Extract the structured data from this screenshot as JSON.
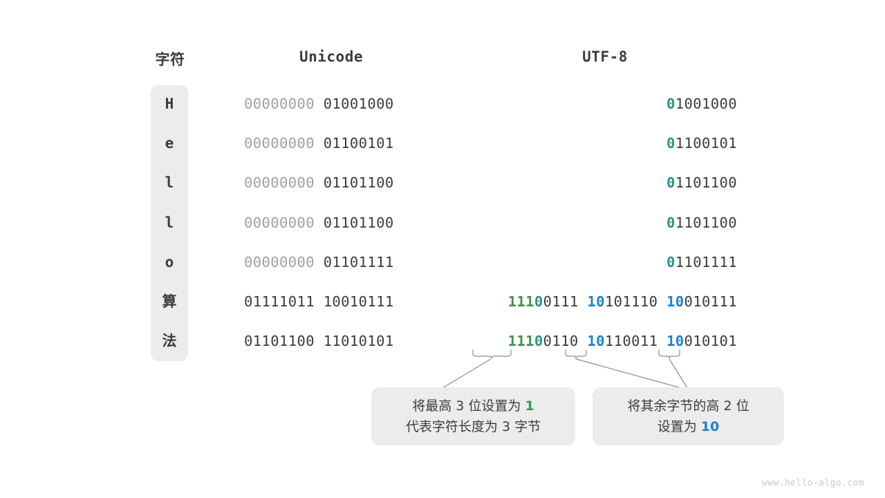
{
  "headers": {
    "character": "字符",
    "unicode": "Unicode",
    "utf8": "UTF-8"
  },
  "rows": [
    {
      "char": "H",
      "is_cjk": false,
      "unicode_high": "00000000",
      "unicode_low": "01001000",
      "utf8_parts": [
        {
          "text": "0",
          "color": "teal"
        },
        {
          "text": "1001000",
          "color": "dark"
        }
      ]
    },
    {
      "char": "e",
      "is_cjk": false,
      "unicode_high": "00000000",
      "unicode_low": "01100101",
      "utf8_parts": [
        {
          "text": "0",
          "color": "teal"
        },
        {
          "text": "1100101",
          "color": "dark"
        }
      ]
    },
    {
      "char": "l",
      "is_cjk": false,
      "unicode_high": "00000000",
      "unicode_low": "01101100",
      "utf8_parts": [
        {
          "text": "0",
          "color": "teal"
        },
        {
          "text": "1101100",
          "color": "dark"
        }
      ]
    },
    {
      "char": "l",
      "is_cjk": false,
      "unicode_high": "00000000",
      "unicode_low": "01101100",
      "utf8_parts": [
        {
          "text": "0",
          "color": "teal"
        },
        {
          "text": "1101100",
          "color": "dark"
        }
      ]
    },
    {
      "char": "o",
      "is_cjk": false,
      "unicode_high": "00000000",
      "unicode_low": "01101111",
      "utf8_parts": [
        {
          "text": "0",
          "color": "teal"
        },
        {
          "text": "1101111",
          "color": "dark"
        }
      ]
    },
    {
      "char": "算",
      "is_cjk": true,
      "unicode_high": "01111011",
      "unicode_low": "10010111",
      "utf8_parts": [
        {
          "text": "111",
          "color": "green"
        },
        {
          "text": "0",
          "color": "teal"
        },
        {
          "text": "0111 ",
          "color": "dark"
        },
        {
          "text": "10",
          "color": "blue"
        },
        {
          "text": "101110 ",
          "color": "dark"
        },
        {
          "text": "10",
          "color": "blue"
        },
        {
          "text": "010111",
          "color": "dark"
        }
      ]
    },
    {
      "char": "法",
      "is_cjk": true,
      "unicode_high": "01101100",
      "unicode_low": "11010101",
      "utf8_parts": [
        {
          "text": "111",
          "color": "green"
        },
        {
          "text": "0",
          "color": "teal"
        },
        {
          "text": "0110 ",
          "color": "dark"
        },
        {
          "text": "10",
          "color": "blue"
        },
        {
          "text": "110011 ",
          "color": "dark"
        },
        {
          "text": "10",
          "color": "blue"
        },
        {
          "text": "010101",
          "color": "dark"
        }
      ]
    }
  ],
  "callouts": {
    "left": {
      "line1_prefix": "将最高 3 位设置为 ",
      "line1_highlight": "1",
      "line1_highlight_color": "green",
      "line2": "代表字符长度为 3 字节"
    },
    "right": {
      "line1": "将其余字节的高 2 位",
      "line2_prefix": "设置为 ",
      "line2_highlight": "10",
      "line2_highlight_color": "blue"
    }
  },
  "watermark": "www.hello-algo.com",
  "palette": {
    "green": "#3f8f4f",
    "teal": "#2e9183",
    "blue": "#1f80ce",
    "dark": "#3b3b3b",
    "dim": "#a0a0a0",
    "panel": "#ececec",
    "background": "#ffffff"
  }
}
